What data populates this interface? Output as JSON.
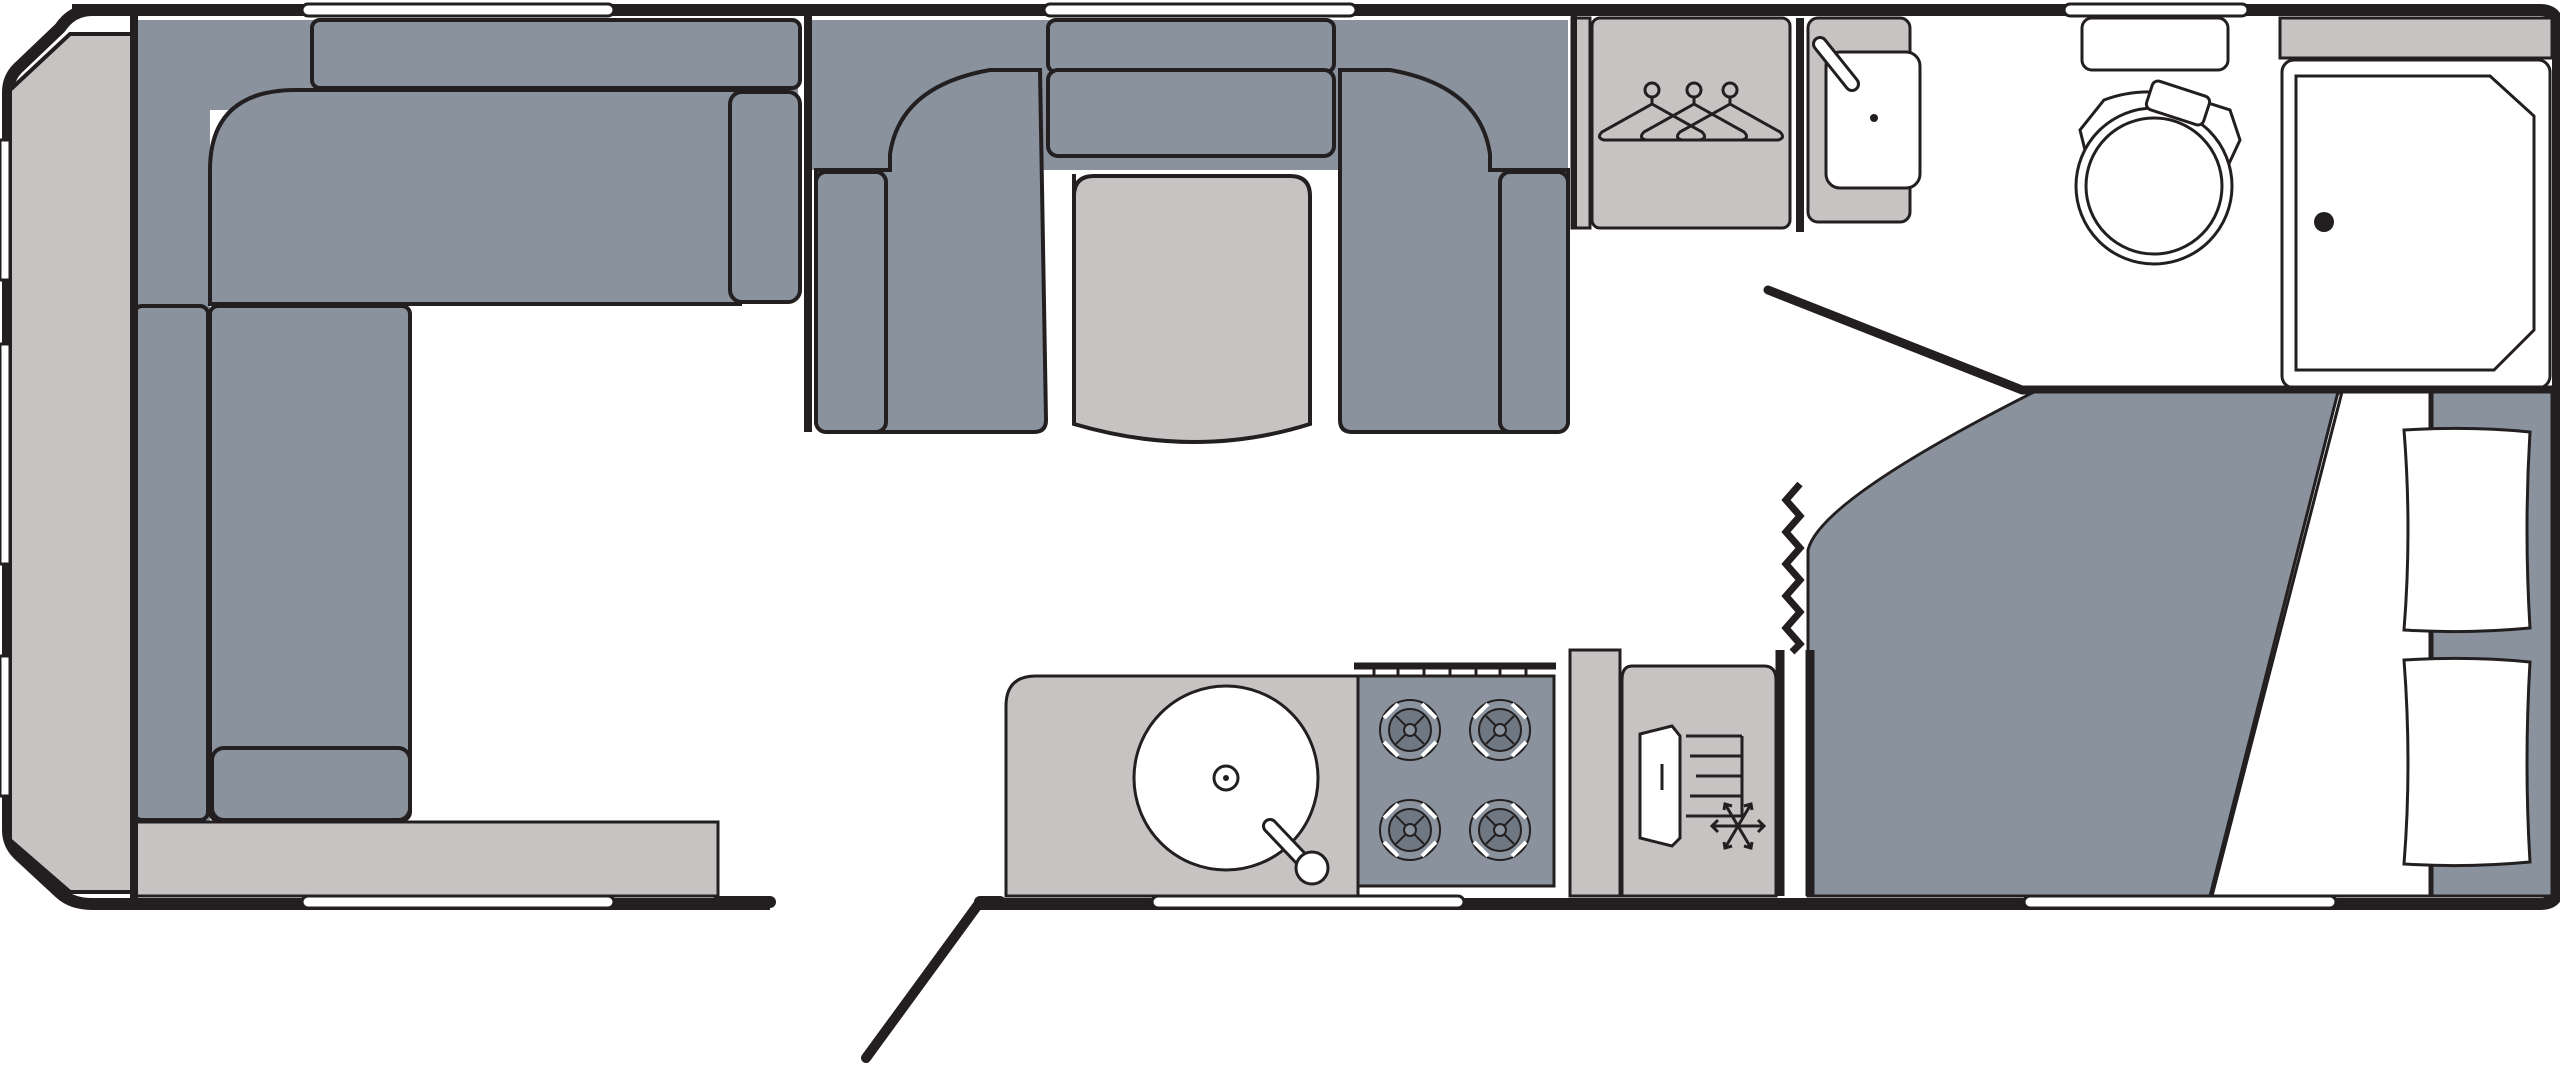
{
  "diagram": {
    "kind": "caravan floor plan",
    "colors": {
      "outline": "#231f20",
      "upholstery": "#8a939d",
      "furniture": "#c6c3c3",
      "floor": "#ffffff",
      "window": "#ffffff"
    },
    "zones": [
      {
        "name": "front-lounge",
        "items": [
          "l-shaped-sofa",
          "sofa-backrest",
          "front-chest"
        ]
      },
      {
        "name": "dinette",
        "items": [
          "dinette-seat-left",
          "dinette-seat-right",
          "dinette-backrest",
          "table"
        ]
      },
      {
        "name": "wardrobe",
        "items": [
          "hanger-icon"
        ]
      },
      {
        "name": "washroom",
        "items": [
          "basin",
          "toilet",
          "shower"
        ]
      },
      {
        "name": "kitchen",
        "items": [
          "sink",
          "hob",
          "fridge"
        ]
      },
      {
        "name": "bedroom",
        "items": [
          "double-bed",
          "pillows"
        ]
      }
    ],
    "icons": [
      "hanger-icon",
      "snowflake-icon",
      "tap-icon",
      "burner-icon"
    ]
  }
}
